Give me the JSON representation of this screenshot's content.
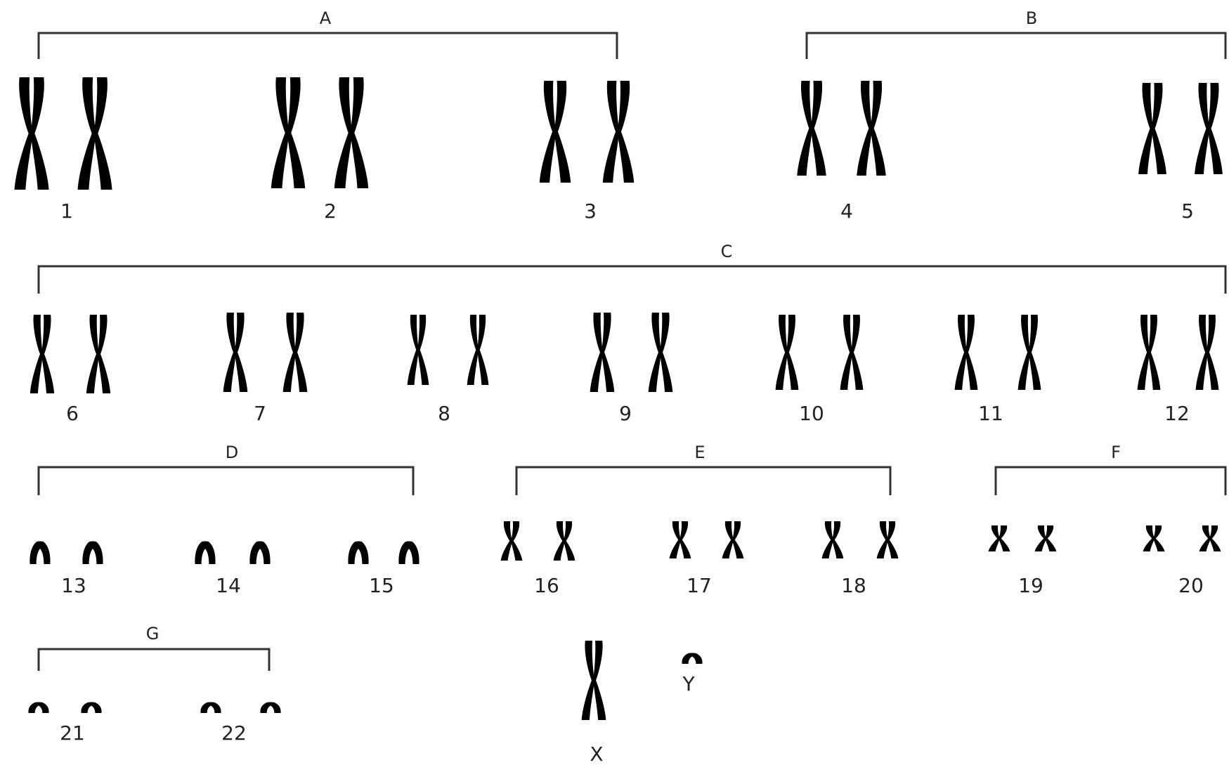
{
  "groups": [
    {
      "id": "A",
      "label": "A"
    },
    {
      "id": "B",
      "label": "B"
    },
    {
      "id": "C",
      "label": "C"
    },
    {
      "id": "D",
      "label": "D"
    },
    {
      "id": "E",
      "label": "E"
    },
    {
      "id": "F",
      "label": "F"
    },
    {
      "id": "G",
      "label": "G"
    }
  ],
  "chromosomes": [
    {
      "label": "1",
      "group": "A",
      "count": 2
    },
    {
      "label": "2",
      "group": "A",
      "count": 2
    },
    {
      "label": "3",
      "group": "A",
      "count": 2
    },
    {
      "label": "4",
      "group": "B",
      "count": 2
    },
    {
      "label": "5",
      "group": "B",
      "count": 2
    },
    {
      "label": "6",
      "group": "C",
      "count": 2
    },
    {
      "label": "7",
      "group": "C",
      "count": 2
    },
    {
      "label": "8",
      "group": "C",
      "count": 2
    },
    {
      "label": "9",
      "group": "C",
      "count": 2
    },
    {
      "label": "10",
      "group": "C",
      "count": 2
    },
    {
      "label": "11",
      "group": "C",
      "count": 2
    },
    {
      "label": "12",
      "group": "C",
      "count": 2
    },
    {
      "label": "13",
      "group": "D",
      "count": 2
    },
    {
      "label": "14",
      "group": "D",
      "count": 2
    },
    {
      "label": "15",
      "group": "D",
      "count": 2
    },
    {
      "label": "16",
      "group": "E",
      "count": 2
    },
    {
      "label": "17",
      "group": "E",
      "count": 2
    },
    {
      "label": "18",
      "group": "E",
      "count": 2
    },
    {
      "label": "19",
      "group": "F",
      "count": 2
    },
    {
      "label": "20",
      "group": "F",
      "count": 2
    },
    {
      "label": "21",
      "group": "G",
      "count": 2
    },
    {
      "label": "22",
      "group": "G",
      "count": 2
    },
    {
      "label": "X",
      "group": "",
      "count": 1
    },
    {
      "label": "Y",
      "group": "",
      "count": 1
    }
  ],
  "colors": {
    "chromosome": "#000000",
    "bracket": "#333333",
    "text": "#222222",
    "background": "#ffffff"
  }
}
